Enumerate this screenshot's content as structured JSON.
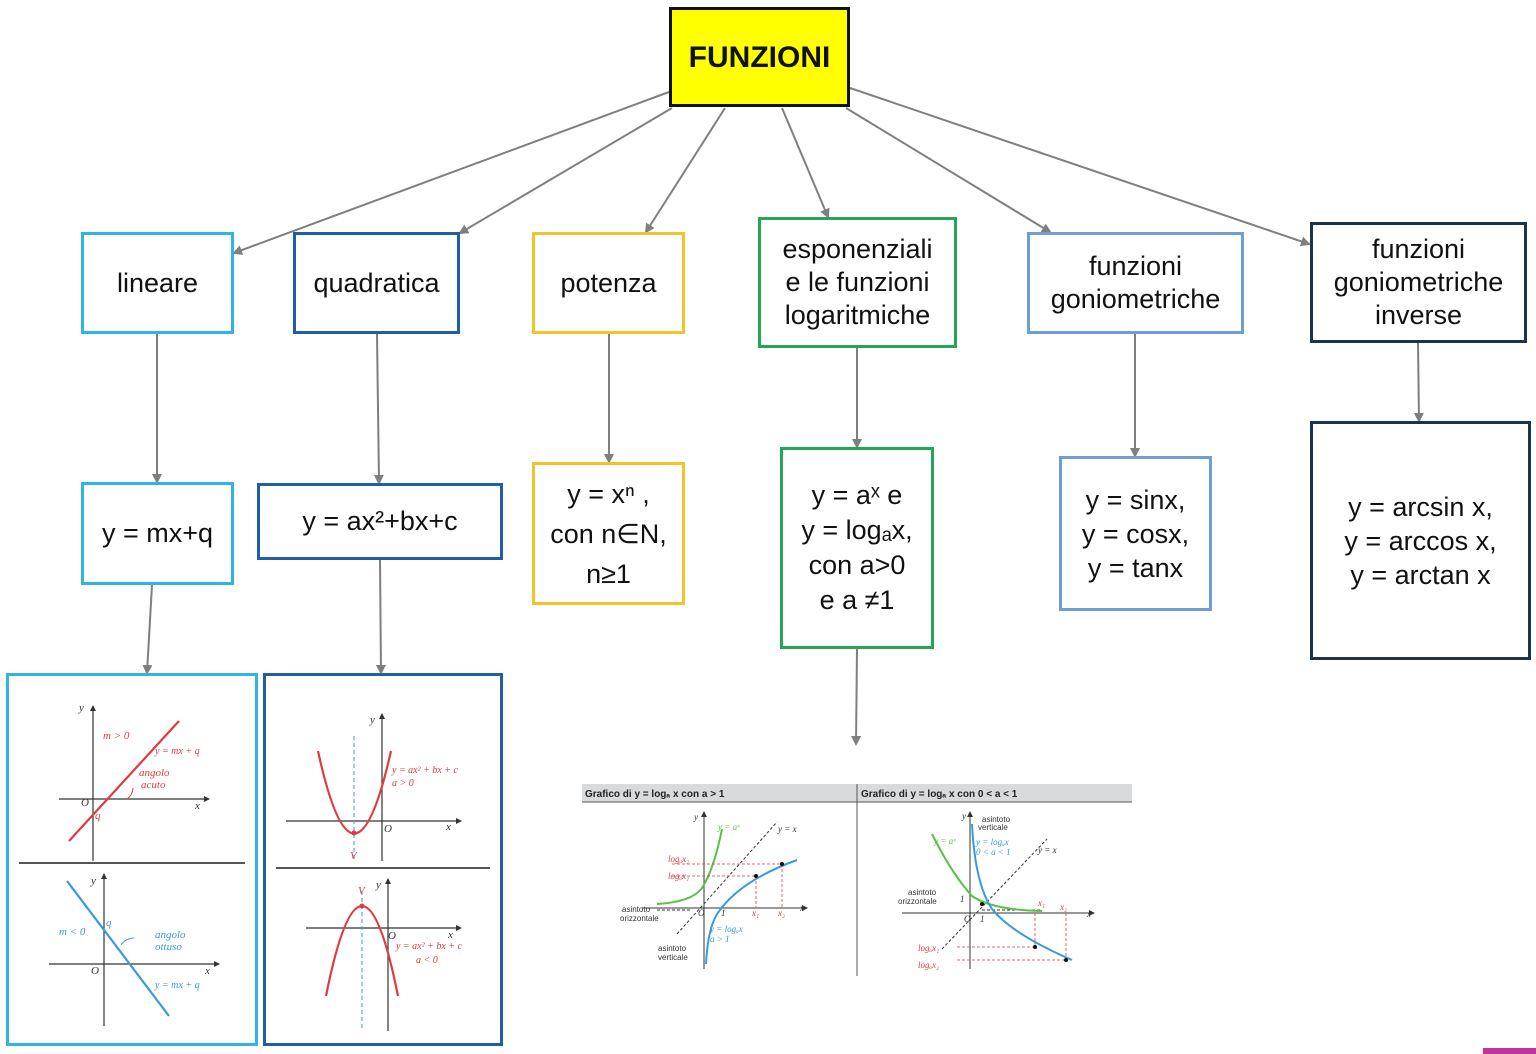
{
  "root": {
    "label": "FUNZIONI"
  },
  "categories": [
    {
      "id": "lineare",
      "lines": [
        "lineare"
      ],
      "formula": [
        "y = mx+q"
      ]
    },
    {
      "id": "quadratica",
      "lines": [
        "quadratica"
      ],
      "formula": [
        "y = ax²+bx+c"
      ]
    },
    {
      "id": "potenza",
      "lines": [
        "potenza"
      ],
      "formula": [
        "y = xⁿ ,",
        "con n∈N,",
        "n≥1"
      ]
    },
    {
      "id": "esponenziali",
      "lines": [
        "esponenziali",
        "e le funzioni",
        "logaritmiche"
      ],
      "formula": [
        "y = aˣ e",
        "y = logₐx,",
        "con a>0",
        "e a ≠1"
      ]
    },
    {
      "id": "goniometriche",
      "lines": [
        "funzioni",
        "goniometriche"
      ],
      "formula": [
        "y = sinx,",
        "y = cosx,",
        "y = tanx"
      ]
    },
    {
      "id": "inverse",
      "lines": [
        "funzioni",
        "goniometriche",
        "inverse"
      ],
      "formula": [
        "y = arcsin x,",
        "y = arccos x,",
        "y = arctan x"
      ]
    }
  ],
  "linear_graphs": {
    "top": {
      "cond": "m > 0",
      "eq": "y = mx + q",
      "angle": [
        "angolo",
        "acuto"
      ],
      "axis_x": "x",
      "axis_y": "y",
      "origin": "O",
      "intercept": "q"
    },
    "bottom": {
      "cond": "m < 0",
      "eq": "y = mx + q",
      "angle": [
        "angolo",
        "ottuso"
      ],
      "axis_x": "x",
      "axis_y": "y",
      "origin": "O",
      "intercept": "q"
    }
  },
  "quadratic_graphs": {
    "top": {
      "eq": "y = ax² + bx + c",
      "cond": "a > 0",
      "vertex": "V",
      "axis_x": "x",
      "axis_y": "y",
      "origin": "O"
    },
    "bottom": {
      "eq": "y = ax² + bx + c",
      "cond": "a < 0",
      "vertex": "V",
      "axis_x": "x",
      "axis_y": "y",
      "origin": "O"
    }
  },
  "log_graphs": {
    "left": {
      "header": "Grafico di y = logₐ x con a > 1",
      "exp_label": "y = aˣ",
      "log_label": [
        "y = logₐx",
        "a > 1"
      ],
      "bisector": "y = x",
      "ticks_y": [
        "logₐx₂",
        "logₐx₁"
      ],
      "ticks_x": [
        "1",
        "x₁",
        "x₂"
      ],
      "h_asym": [
        "asintoto",
        "orizzontale"
      ],
      "v_asym": [
        "asintoto",
        "verticale"
      ],
      "axis_x": "x",
      "axis_y": "y",
      "origin": "O",
      "one": "1"
    },
    "right": {
      "header": "Grafico di y = logₐ x con 0 < a < 1",
      "exp_label": "y = aˣ",
      "log_label": [
        "y = logₐx",
        "0 < a < 1"
      ],
      "bisector": "y = x",
      "ticks_y": [
        "logₐx₁",
        "logₐx₂"
      ],
      "ticks_x": [
        "1",
        "x₁",
        "x₂"
      ],
      "h_asym": [
        "asintoto",
        "orizzontale"
      ],
      "v_asym": [
        "asintoto",
        "verticale"
      ],
      "axis_x": "x",
      "axis_y": "y",
      "origin": "O",
      "one": "1"
    }
  },
  "colors": {
    "root_fill": "#ffff00",
    "arrow": "#7f7f7f",
    "lineare": "#2db7e0",
    "quadratica": "#1f5fa5",
    "potenza": "#f2c42b",
    "esponenziali": "#25a656",
    "goniometriche": "#6d9ed4",
    "inverse": "#1c3350",
    "curve_red": "#e03a3e",
    "curve_blue": "#3a9ad9",
    "curve_green": "#5cc04a"
  }
}
